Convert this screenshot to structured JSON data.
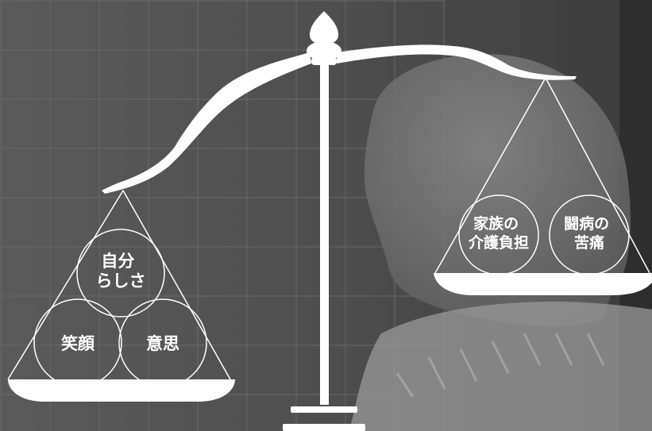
{
  "left_pan": {
    "items": [
      {
        "lines": [
          "自分",
          "らしさ"
        ]
      },
      {
        "lines": [
          "笑顔"
        ]
      },
      {
        "lines": [
          "意思"
        ]
      }
    ]
  },
  "right_pan": {
    "items": [
      {
        "lines": [
          "家族の",
          "介護負担"
        ]
      },
      {
        "lines": [
          "闘病の",
          "苦痛"
        ]
      }
    ]
  },
  "colors": {
    "foreground": "#ffffff",
    "background": "#4a4a4a"
  }
}
